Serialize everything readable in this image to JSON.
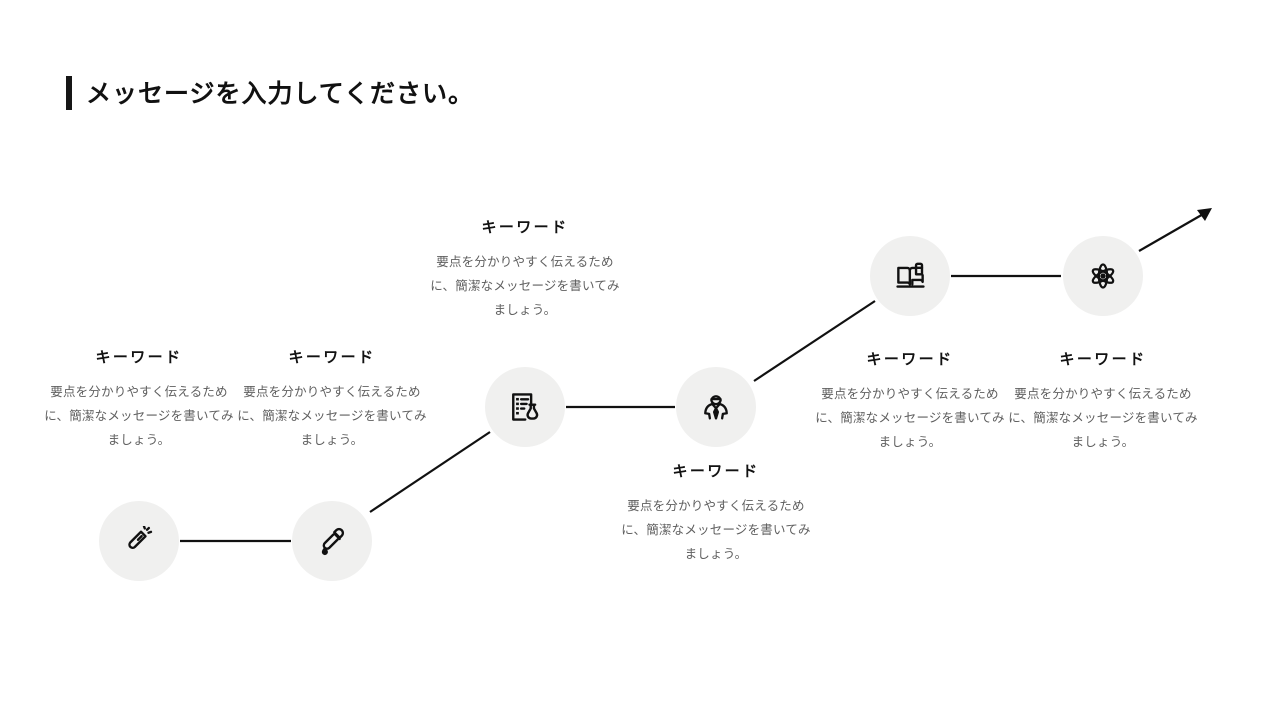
{
  "header": {
    "title": "メッセージを入力してください。",
    "accent_color": "#161616"
  },
  "theme": {
    "circle_fill": "#f0f0ef",
    "icon_color": "#111111",
    "line_color": "#111111",
    "title_color": "#121212",
    "body_color": "#5f5f5f",
    "background": "#ffffff"
  },
  "diagram": {
    "type": "staircase-process",
    "arrow_direction": "up-right",
    "steps": [
      {
        "id": "step-1",
        "icon": "test-tube-icon",
        "title": "キーワード",
        "body": "要点を分かりやすく伝えるために、簡潔なメッセージを書いてみましょう。",
        "text_position": "above"
      },
      {
        "id": "step-2",
        "icon": "dropper-icon",
        "title": "キーワード",
        "body": "要点を分かりやすく伝えるために、簡潔なメッセージを書いてみましょう。",
        "text_position": "above"
      },
      {
        "id": "step-3",
        "icon": "lab-report-icon",
        "title": "キーワード",
        "body": "要点を分かりやすく伝えるために、簡潔なメッセージを書いてみましょう。",
        "text_position": "above"
      },
      {
        "id": "step-4",
        "icon": "scientist-icon",
        "title": "キーワード",
        "body": "要点を分かりやすく伝えるために、簡潔なメッセージを書いてみましょう。",
        "text_position": "below"
      },
      {
        "id": "step-5",
        "icon": "book-pen-icon",
        "title": "キーワード",
        "body": "要点を分かりやすく伝えるために、簡潔なメッセージを書いてみましょう。",
        "text_position": "below"
      },
      {
        "id": "step-6",
        "icon": "atom-icon",
        "title": "キーワード",
        "body": "要点を分かりやすく伝えるために、簡潔なメッセージを書いてみましょう。",
        "text_position": "below"
      }
    ]
  }
}
